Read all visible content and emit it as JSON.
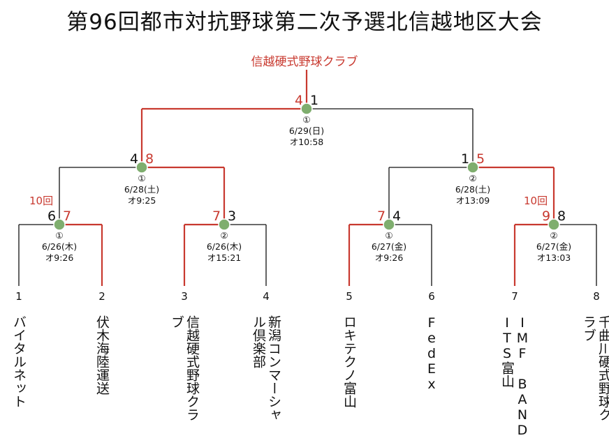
{
  "title": "第96回都市対抗野球第二次予選北信越地区大会",
  "champion": "信越硬式野球クラブ",
  "colors": {
    "win": "#c8392f",
    "line": "#111111",
    "node": "#7fae6e"
  },
  "teams": [
    {
      "seed": "1",
      "name": "バイタルネット"
    },
    {
      "seed": "2",
      "name": "伏木海陸運送"
    },
    {
      "seed": "3",
      "name": "信越硬式野球クラブ"
    },
    {
      "seed": "4",
      "name": "新潟コンマーシャル倶楽部"
    },
    {
      "seed": "5",
      "name": "ロキテクノ富山"
    },
    {
      "seed": "6",
      "name": "FedEx"
    },
    {
      "seed": "7",
      "name": "IMF BAND ITS富山"
    },
    {
      "seed": "8",
      "name": "千曲川硬式野球クラブ"
    }
  ],
  "matches": [
    {
      "id": "r1m1",
      "no": "①",
      "date": "6/26(木)",
      "time": "オ9:26",
      "left_score": "6",
      "right_score": "7",
      "winner": "right",
      "extra": "10回"
    },
    {
      "id": "r1m2",
      "no": "②",
      "date": "6/26(木)",
      "time": "オ15:21",
      "left_score": "7",
      "right_score": "3",
      "winner": "left",
      "extra": ""
    },
    {
      "id": "r1m3",
      "no": "①",
      "date": "6/27(金)",
      "time": "オ9:26",
      "left_score": "7",
      "right_score": "4",
      "winner": "left",
      "extra": ""
    },
    {
      "id": "r1m4",
      "no": "②",
      "date": "6/27(金)",
      "time": "オ13:03",
      "left_score": "9",
      "right_score": "8",
      "winner": "left",
      "extra": "10回"
    },
    {
      "id": "sf1",
      "no": "①",
      "date": "6/28(土)",
      "time": "オ9:25",
      "left_score": "4",
      "right_score": "8",
      "winner": "right",
      "extra": ""
    },
    {
      "id": "sf2",
      "no": "②",
      "date": "6/28(土)",
      "time": "オ13:09",
      "left_score": "1",
      "right_score": "5",
      "winner": "right",
      "extra": ""
    },
    {
      "id": "final",
      "no": "①",
      "date": "6/29(日)",
      "time": "オ10:58",
      "left_score": "4",
      "right_score": "1",
      "winner": "left",
      "extra": ""
    }
  ],
  "team_display": [
    "バイタルネット",
    "伏木海陸運送",
    "信越硬式野球クラ\nブ",
    "新潟コンマーシャ\nル倶楽部",
    "ロキテクノ富山",
    "FedEx",
    "IMF BAND\nITS富山",
    "千曲川硬式野球ク\nラブ"
  ]
}
